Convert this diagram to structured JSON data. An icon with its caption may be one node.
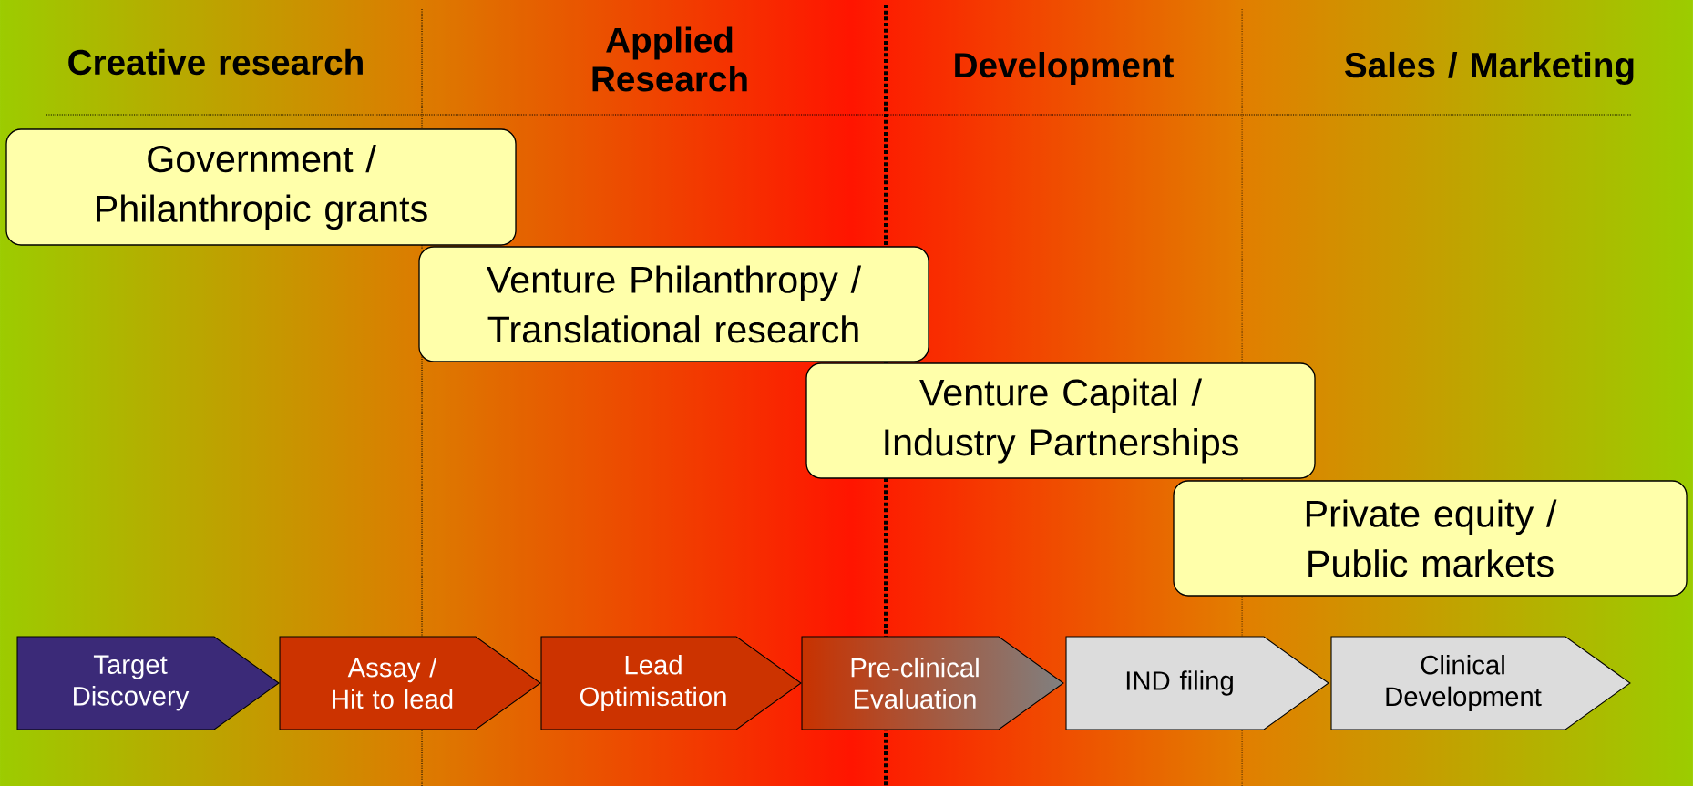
{
  "diagram": {
    "nodes": [
      {
        "text": [
          "Government / Philanthropic grants"
        ]
      },
      {
        "text": [
          "Venture Philanthropy / Translational research"
        ]
      },
      {
        "text": [
          "Venture Capital / Industry Partnerships"
        ]
      },
      {
        "text": [
          "Private equity / Public markets"
        ]
      },
      {
        "text": [
          "Target Discovery"
        ]
      },
      {
        "text": [
          "Assay / Hit to lead"
        ]
      },
      {
        "text": [
          "Lead Optimisation"
        ]
      },
      {
        "text": [
          "Pre-clinical Evaluation"
        ]
      },
      {
        "text": [
          "IND filing"
        ]
      },
      {
        "text": [
          "Clinical Development"
        ]
      }
    ],
    "labels": [
      "Creative research",
      "Applied Research",
      "Development",
      "Sales / Marketing"
    ]
  }
}
